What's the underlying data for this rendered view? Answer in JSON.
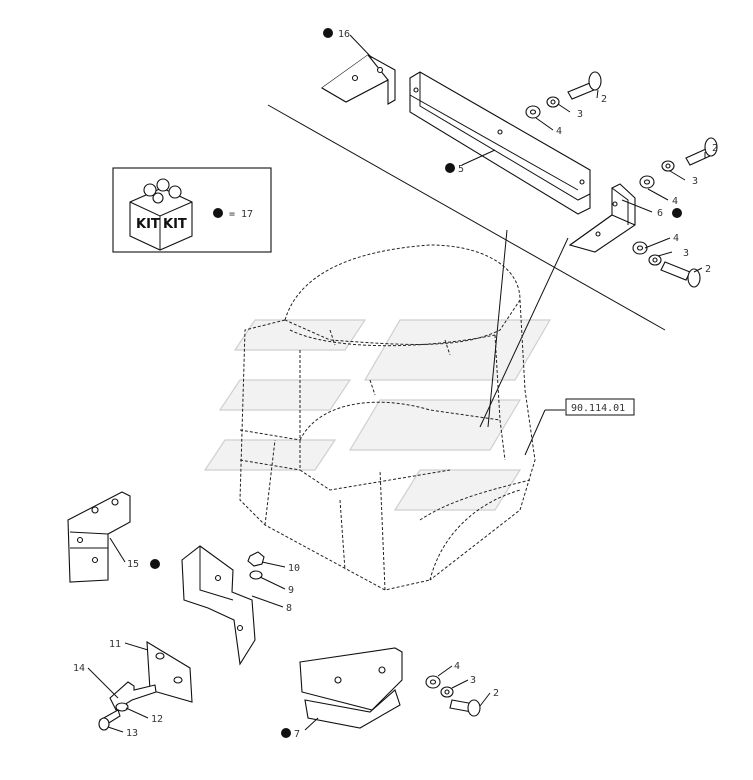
{
  "kit": {
    "left_text": "KIT",
    "right_text": "KIT",
    "callout": "= 17"
  },
  "reference_box": "90.114.01",
  "callouts": {
    "p16": "16",
    "p2a": "2",
    "p3a": "3",
    "p4a": "4",
    "p5": "5",
    "p2b": "2",
    "p3b": "3",
    "p4b": "4",
    "p6": "6",
    "p4c": "4",
    "p3c": "3",
    "p2c": "2",
    "p15": "15",
    "p10": "10",
    "p9": "9",
    "p8": "8",
    "p11": "11",
    "p14": "14",
    "p12": "12",
    "p13": "13",
    "p4d": "4",
    "p3d": "3",
    "p2d": "2",
    "p7": "7"
  },
  "colors": {
    "line": "#111111",
    "watermark": "#cfcfcf"
  }
}
